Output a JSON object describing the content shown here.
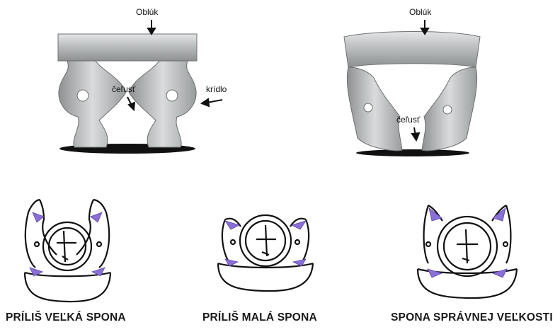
{
  "labels": {
    "bow": "Oblúk",
    "jaw": "čeľusť",
    "wing": "krídlo"
  },
  "captions": {
    "too_large": "PRÍLIŠ VEĽKÁ SPONA",
    "too_small": "PRÍLIŠ MALÁ SPONA",
    "correct": "SPONA SPRÁVNEJ VEĽKOSTI"
  },
  "colors": {
    "metal": "#b9bcbd",
    "metal_dark": "#6f7273",
    "contact_marks": "#8b6fd6"
  }
}
